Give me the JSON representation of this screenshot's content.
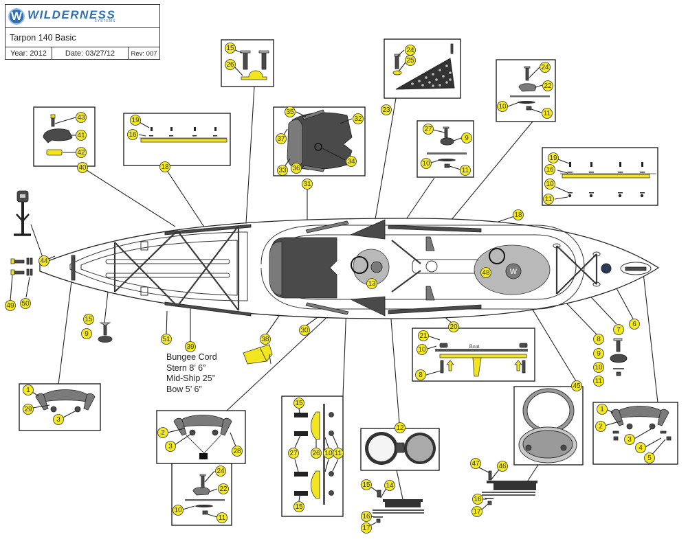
{
  "title_block": {
    "brand_name": "WILDERNESS",
    "brand_sub": "SYSTEMS",
    "logo_letter": "W",
    "model": "Tarpon 140 Basic",
    "year": "Year: 2012",
    "date": "Date: 03/27/12",
    "rev": "Rev: 007"
  },
  "bungee_note": {
    "title": "Bungee Cord",
    "lines": [
      "Stern 8’ 6”",
      "Mid-Ship 25”",
      "Bow 5’ 6”"
    ]
  },
  "boat_label": "Boat",
  "colors": {
    "callout_fill": "#f4ea1f",
    "brand_blue": "#2f6fb0",
    "part_dark": "#4a4a4a",
    "part_yellow": "#f2e51f"
  },
  "callouts": {
    "c43": "43",
    "c41": "41",
    "c42": "42",
    "c40": "40",
    "c19a": "19",
    "c16a": "16",
    "c18a": "18",
    "c15a": "15",
    "c26a": "26",
    "c35": "35",
    "c32": "32",
    "c37": "37",
    "c34": "34",
    "c33": "33",
    "c36": "36",
    "c31": "31",
    "c24a": "24",
    "c25": "25",
    "c23": "23",
    "c27a": "27",
    "c9a": "9",
    "c10a": "10",
    "c11a": "11",
    "c24b": "24",
    "c22a": "22",
    "c10b": "10",
    "c11b": "11",
    "c19b": "19",
    "c16b": "16",
    "c10c": "10",
    "c11c": "11",
    "c18b": "18",
    "c44": "44",
    "c49": "49",
    "c50": "50",
    "c15b": "15",
    "c9b": "9",
    "c51": "51",
    "c39": "39",
    "c38": "38",
    "c30": "30",
    "c13": "13",
    "c48": "48",
    "c7": "7",
    "c6": "6",
    "c20": "20",
    "c21": "21",
    "c10d": "10",
    "c8a": "8",
    "c8b": "8",
    "c9c": "9",
    "c10e": "10",
    "c11d": "11",
    "c1a": "1",
    "c29": "29",
    "c3a": "3",
    "c2a": "2",
    "c3b": "3",
    "c28": "28",
    "c24c": "24",
    "c22b": "22",
    "c10f": "10",
    "c11e": "11",
    "c15c": "15",
    "c27b": "27",
    "c26b": "26",
    "c10g": "10",
    "c11f": "11",
    "c15d": "15",
    "c12": "12",
    "c15e": "15",
    "c14": "14",
    "c16c": "16",
    "c17a": "17",
    "c45": "45",
    "c47": "47",
    "c46": "46",
    "c16d": "16",
    "c17b": "17",
    "c1b": "1",
    "c2b": "2",
    "c3c": "3",
    "c4": "4",
    "c5": "5"
  }
}
